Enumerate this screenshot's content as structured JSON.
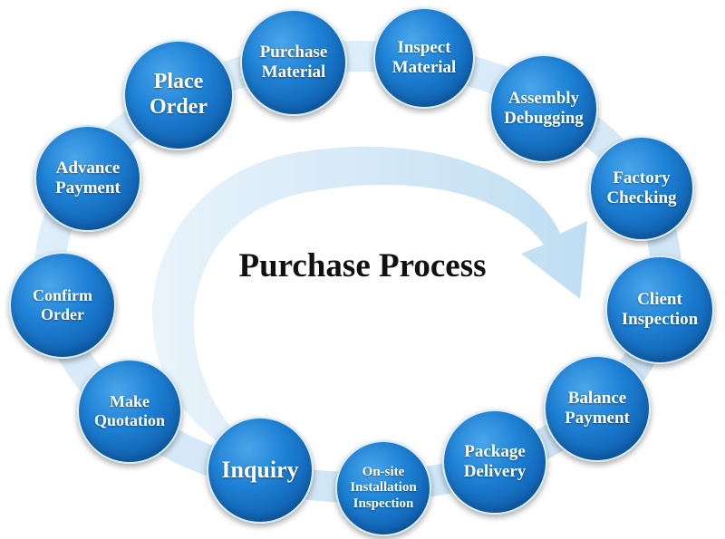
{
  "title": "Purchase Process",
  "colors": {
    "node_fill": "#1f82d6",
    "ring": "#d3e8f7",
    "arrow": "#cfe6f6",
    "title_text": "#111111"
  },
  "steps": [
    {
      "label": "Purchase\nMaterial"
    },
    {
      "label": "Inspect\nMaterial"
    },
    {
      "label": "Assembly\nDebugging"
    },
    {
      "label": "Factory\nChecking"
    },
    {
      "label": "Client\nInspection"
    },
    {
      "label": "Balance\nPayment"
    },
    {
      "label": "Package\nDelivery"
    },
    {
      "label": "On-site\nInstallation\nInspection"
    },
    {
      "label": "Inquiry"
    },
    {
      "label": "Make\nQuotation"
    },
    {
      "label": "Confirm\nOrder"
    },
    {
      "label": "Advance\nPayment"
    },
    {
      "label": "Place\nOrder"
    }
  ]
}
